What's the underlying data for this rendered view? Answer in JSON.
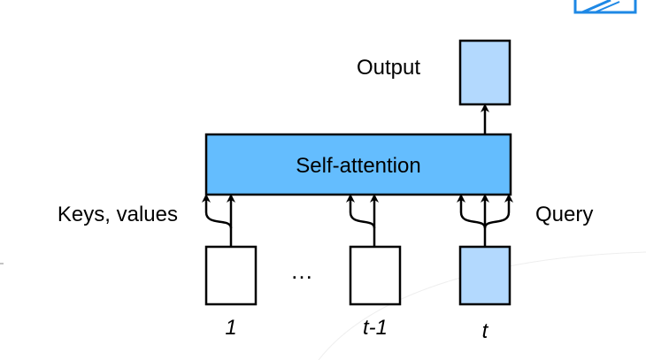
{
  "diagram": {
    "block": {
      "label": "Self-attention",
      "fill": "#64bdfe"
    },
    "output": {
      "label": "Output",
      "fill": "#b3d9fe"
    },
    "inputs": {
      "keys_values_label": "Keys, values",
      "query_label": "Query",
      "ellipsis": "…",
      "tokens": [
        {
          "label": "1",
          "fill": "#ffffff"
        },
        {
          "label": "t-1",
          "fill": "#ffffff"
        },
        {
          "label": "t",
          "fill": "#b3d9fe"
        }
      ]
    },
    "line_color": "#000000",
    "watermark_color": "#1e88e5"
  }
}
